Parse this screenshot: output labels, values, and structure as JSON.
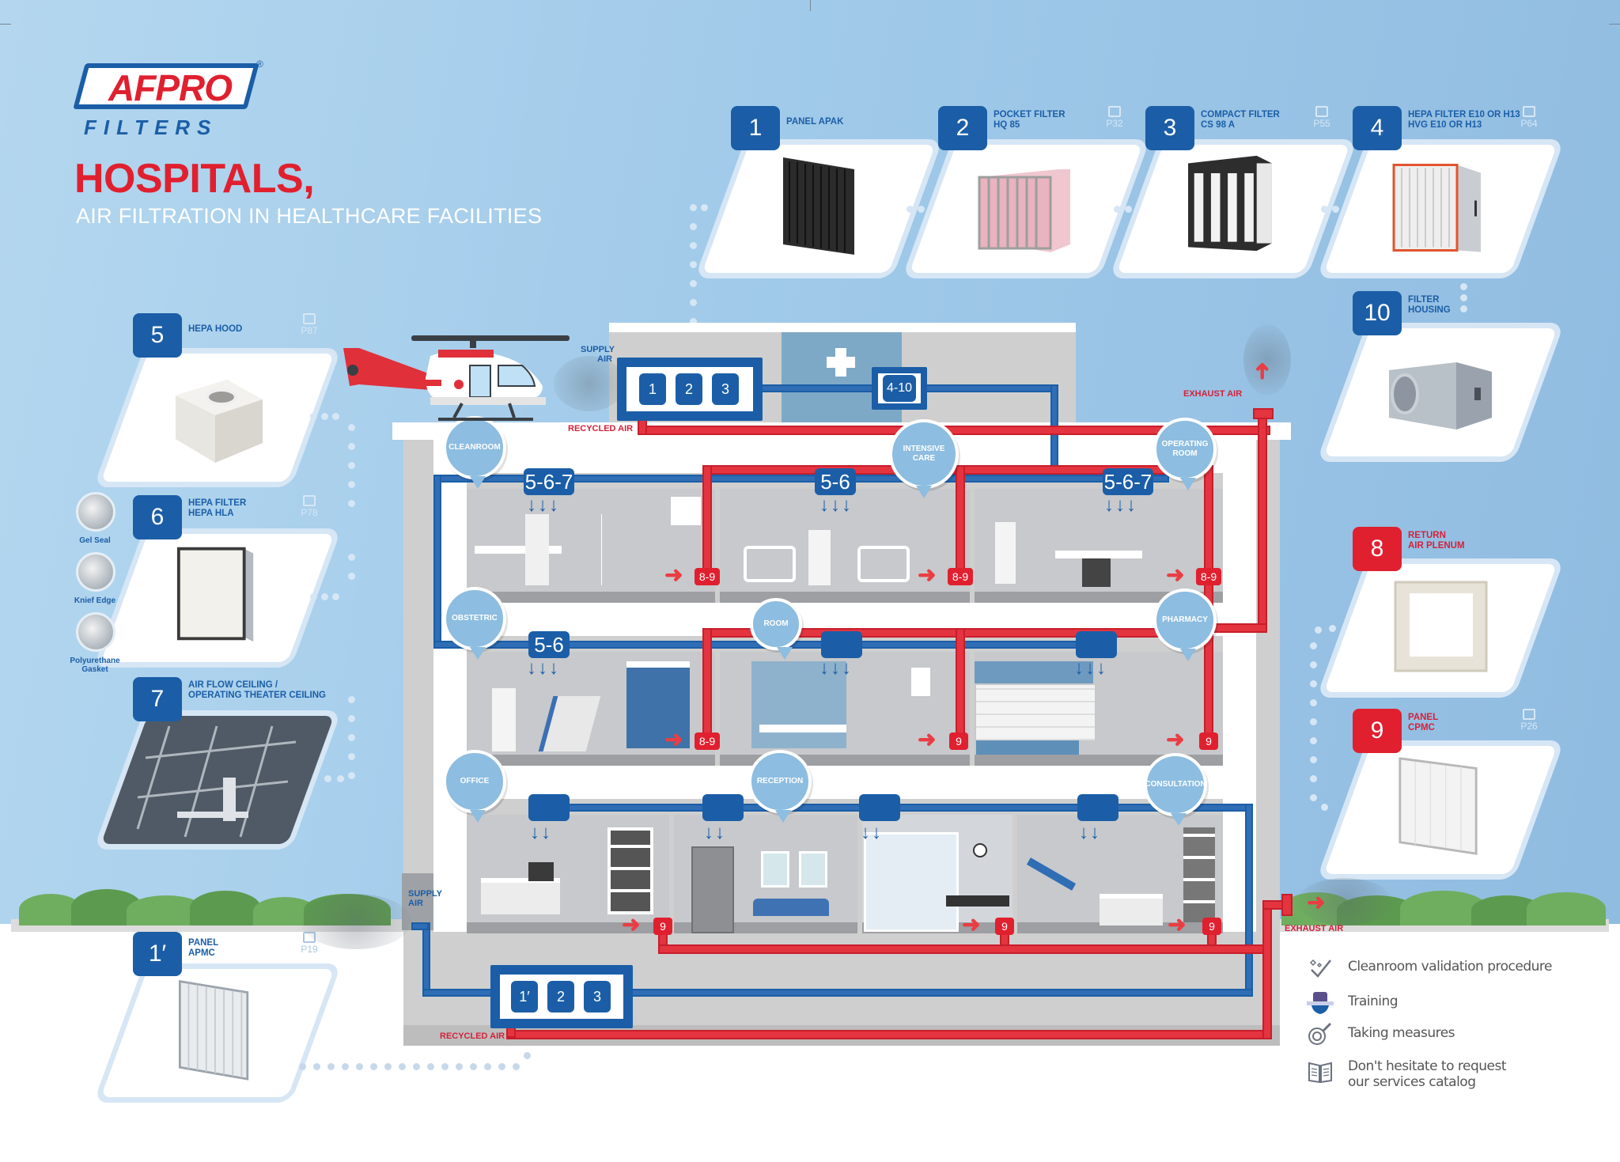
{
  "brand": {
    "name": "AFPRO",
    "registered": "®",
    "tagline": "FILTERS"
  },
  "header": {
    "title": "HOSPITALS,",
    "subtitle": "AIR FILTRATION IN HEALTHCARE FACILITIES"
  },
  "products": [
    {
      "number": "1",
      "name": "PANEL APAK",
      "page": "",
      "color": "blue"
    },
    {
      "number": "2",
      "name_line1": "POCKET FILTER",
      "name_line2": "HQ 85",
      "page": "P32",
      "color": "blue"
    },
    {
      "number": "3",
      "name_line1": "COMPACT FILTER",
      "name_line2": "CS 98 A",
      "page": "P55",
      "color": "blue"
    },
    {
      "number": "4",
      "name_line1": "HEPA FILTER E10 or H13",
      "name_line2": "HVG E10 or H13",
      "page": "P64",
      "color": "blue"
    },
    {
      "number": "5",
      "name": "HEPA HOOD",
      "page": "P87",
      "color": "blue"
    },
    {
      "number": "6",
      "name_line1": "HEPA FILTER",
      "name_line2": "HEPA HLA",
      "page": "P78",
      "color": "blue"
    },
    {
      "number": "7",
      "name_line1": "AIR FLOW CEILING /",
      "name_line2": "OPERATING THEATER CEILING",
      "page": "",
      "color": "blue"
    },
    {
      "number": "1′",
      "name_line1": "PANEL",
      "name_line2": "APMC",
      "page": "P19",
      "color": "blue"
    },
    {
      "number": "10",
      "name_line1": "FILTER",
      "name_line2": "HOUSING",
      "page": "",
      "color": "blue"
    },
    {
      "number": "8",
      "name_line1": "RETURN",
      "name_line2": "AIR PLENUM",
      "page": "",
      "color": "red"
    },
    {
      "number": "9",
      "name_line1": "PANEL",
      "name_line2": "CPMC",
      "page": "P26",
      "color": "red"
    }
  ],
  "seal_options": [
    {
      "label": "Gel Seal"
    },
    {
      "label": "Knief Edge"
    },
    {
      "label_line1": "Polyurethane",
      "label_line2": "Gasket"
    }
  ],
  "air_labels": {
    "supply_air_top": [
      "SUPPLY",
      "AIR"
    ],
    "recycled_air_top": "RECYCLED AIR",
    "exhaust_air_top": "EXHAUST AIR",
    "supply_air_bottom": [
      "SUPPLY",
      "AIR"
    ],
    "recycled_air_bottom": "RECYCLED AIR",
    "exhaust_air_bottom": "EXHAUST AIR"
  },
  "air_handling_units": {
    "top": {
      "modules": [
        "1",
        "2",
        "3"
      ]
    },
    "housing": {
      "label": "4-10"
    },
    "bottom": {
      "modules": [
        "1′",
        "2",
        "3"
      ]
    }
  },
  "rooms": {
    "floor3": [
      {
        "name": "CLEANROOM",
        "supply": "5-6-7",
        "return": "8-9"
      },
      {
        "name_line1": "INTENSIVE",
        "name_line2": "CARE",
        "supply": "5-6",
        "return": "8-9"
      },
      {
        "name_line1": "OPERATING",
        "name_line2": "ROOM",
        "supply": "5-6-7",
        "return": "8-9"
      }
    ],
    "floor2": [
      {
        "name": "OBSTETRIC",
        "supply": "5-6",
        "return": "8-9"
      },
      {
        "name": "ROOM",
        "supply": "",
        "return": "9"
      },
      {
        "name": "PHARMACY",
        "supply": "",
        "return": "9"
      }
    ],
    "floor1": [
      {
        "name": "OFFICE",
        "return": "9"
      },
      {
        "name": "RECEPTION",
        "return": ""
      },
      {
        "name": "",
        "return": "9"
      },
      {
        "name": "CONSULTATION",
        "return": "9"
      }
    ]
  },
  "services": [
    {
      "icon": "checkmark-sparkle-icon",
      "label": "Cleanroom validation procedure"
    },
    {
      "icon": "training-badge-icon",
      "label": "Training"
    },
    {
      "icon": "measuring-gauge-icon",
      "label": "Taking measures"
    },
    {
      "icon": "catalog-book-icon",
      "label_line1": "Don't hesitate to request",
      "label_line2": "our services catalog"
    }
  ],
  "colors": {
    "supply_blue": "#1b5ea7",
    "return_red": "#e0202f",
    "sky": "#a2cbea",
    "bubble": "#8dbde0"
  }
}
